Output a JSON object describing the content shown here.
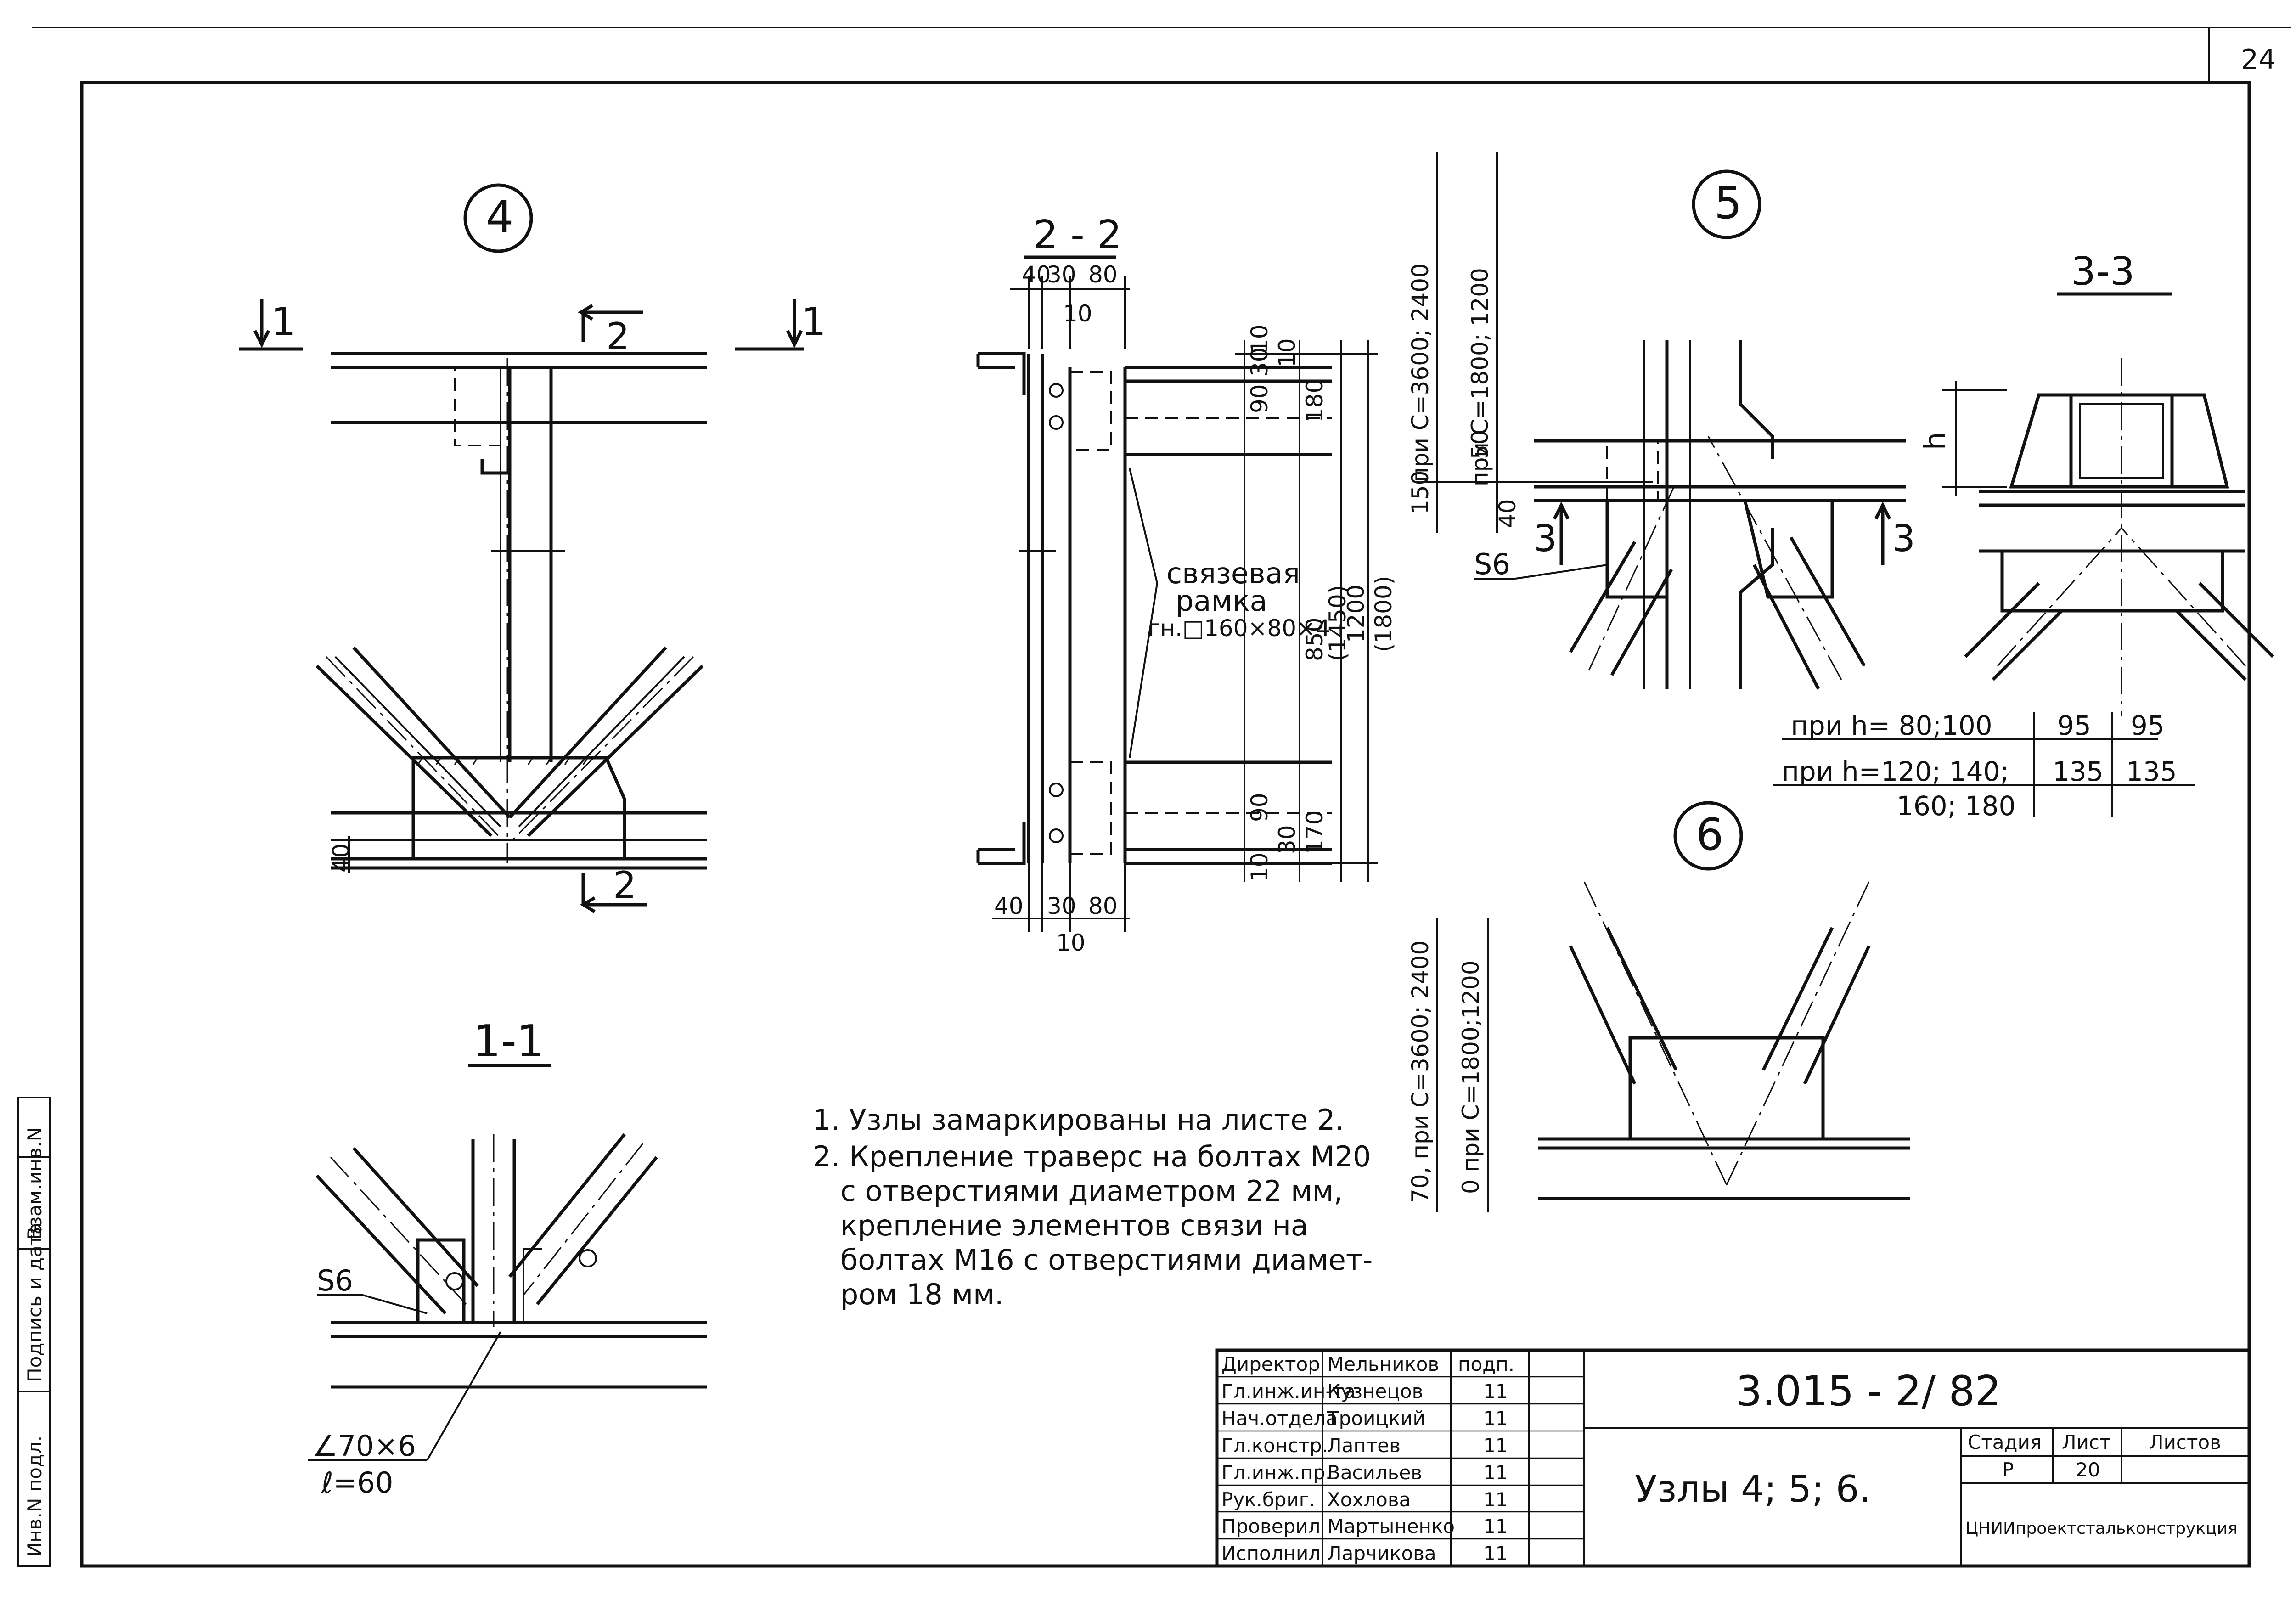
{
  "corner_mark": "24",
  "views": {
    "node4": {
      "number": "4",
      "cut_1_left": "1",
      "cut_1_right": "1",
      "cut_2_top": "2",
      "cut_2_bottom": "2",
      "dim_40": "40"
    },
    "section_1_1": {
      "title": "1-1",
      "s6": "S6",
      "angle": "∠70×6",
      "length": "ℓ=60"
    },
    "section_2_2": {
      "title": "2 - 2",
      "top_dims": [
        "40",
        "30",
        "80"
      ],
      "top_10": "10",
      "bottom_dims": [
        "40",
        "30",
        "80"
      ],
      "bottom_10": "10",
      "right_upper": [
        "90",
        "30",
        "10",
        "10",
        "180"
      ],
      "right_lower": [
        "90",
        "30",
        "10",
        "170"
      ],
      "right_total": [
        "850",
        "(1450)",
        "1200",
        "(1800)"
      ],
      "frame_label_1": "связевая",
      "frame_label_2": "рамка",
      "frame_label_3": "гн.□160×80×4"
    },
    "node5": {
      "number": "5",
      "dim_1": "при С=3600; 2400",
      "dim_2": "при С=1800; 1200",
      "dim_150": "150",
      "dim_50": "50",
      "dim_40": "40",
      "cut_3_left": "3",
      "cut_3_right": "3",
      "s6": "S6"
    },
    "section_3_3": {
      "title": "3-3",
      "h_label": "h"
    },
    "h_table": {
      "rows": [
        {
          "label": "при  h= 80;100",
          "a": "95",
          "b": "95"
        },
        {
          "label": "при  h=120; 140;",
          "a": "135",
          "b": "135"
        },
        {
          "label": "160; 180",
          "a": "",
          "b": ""
        }
      ]
    },
    "node6": {
      "number": "6",
      "dim_1": "70, при С=3600; 2400",
      "dim_2": "0  при С=1800;1200"
    }
  },
  "notes": [
    "1. Узлы замаркированы на листе 2.",
    "2. Крепление траверс на болтах М20",
    "с отверстиями диаметром 22 мм,",
    "крепление элементов связи на",
    "болтах М16 с отверстиями диамет-",
    "ром 18 мм."
  ],
  "side_stamp": [
    "Инв.N подл.",
    "Подпись и дата",
    "Взам.инв.N"
  ],
  "title_block": {
    "people": [
      {
        "role": "Директор",
        "name": "Мельников",
        "sign": "подп."
      },
      {
        "role": "Гл.инж.ин-та",
        "name": "Кузнецов",
        "sign": "11"
      },
      {
        "role": "Нач.отдела",
        "name": "Троицкий",
        "sign": "11"
      },
      {
        "role": "Гл.констр.",
        "name": "Лаптев",
        "sign": "11"
      },
      {
        "role": "Гл.инж.пр.",
        "name": "Васильев",
        "sign": "11"
      },
      {
        "role": "Рук.бриг.",
        "name": "Хохлова",
        "sign": "11"
      },
      {
        "role": "Проверил",
        "name": "Мартыненко",
        "sign": "11"
      },
      {
        "role": "Исполнил",
        "name": "Ларчикова",
        "sign": "11"
      }
    ],
    "document_code": "3.015 - 2/ 82",
    "sheet_title": "Узлы 4; 5; 6.",
    "stage_header": "Стадия",
    "sheet_header": "Лист",
    "sheets_header": "Листов",
    "stage": "Р",
    "sheet": "20",
    "sheets": "",
    "organization": "ЦНИИпроектстальконструкция"
  }
}
